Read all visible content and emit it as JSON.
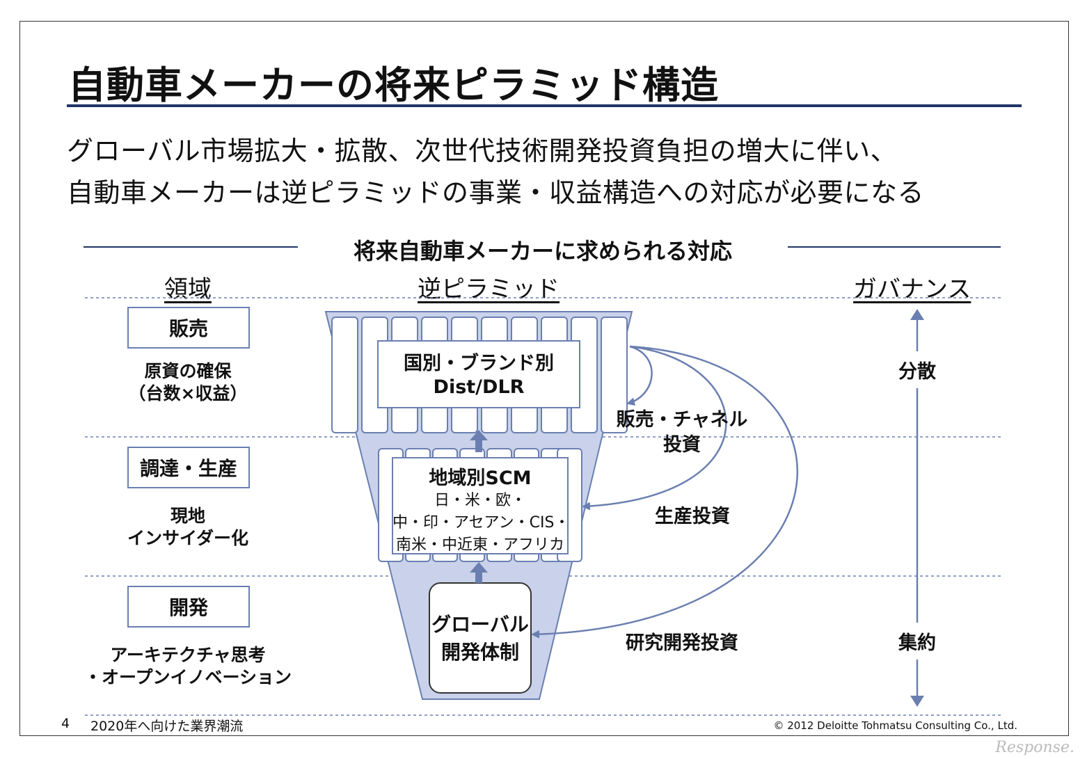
{
  "title": "自動車メーカーの将来ピラミッド構造",
  "lead_lines": [
    "グローバル市場拡大・拡散、次世代技術開発投資負担の増大に伴い、",
    "自動車メーカーは逆ピラミッドの事業・収益構造への対応が必要になる"
  ],
  "section_title": "将来自動車メーカーに求められる対応",
  "columns": {
    "area": "領域",
    "pyramid": "逆ピラミッド",
    "governance": "ガバナンス"
  },
  "areas": [
    {
      "name": "販売",
      "desc": [
        "原資の確保",
        "（台数×収益）"
      ]
    },
    {
      "name": "調達・生産",
      "desc": [
        "現地",
        "インサイダー化"
      ]
    },
    {
      "name": "開発",
      "desc": [
        "アーキテクチャ思考",
        "・オープンイノベーション"
      ]
    }
  ],
  "pyramid": {
    "top": [
      "国別・ブランド別",
      "Dist/DLR"
    ],
    "middle": [
      "地域別SCM",
      "日・米・欧・",
      "中・印・アセアン・CIS・",
      "南米・中近東・アフリカ"
    ],
    "bottom": [
      "グローバル",
      "開発体制"
    ]
  },
  "investments": {
    "sales": [
      "販売・チャネル",
      "投資"
    ],
    "production": "生産投資",
    "rnd": "研究開発投資"
  },
  "governance": {
    "top": "分散",
    "bottom": "集約"
  },
  "footer": {
    "page": "4",
    "section": "2020年へ向けた業界潮流",
    "copyright": "© 2012 Deloitte Tohmatsu Consulting Co., Ltd."
  },
  "watermark": "Response.",
  "colors": {
    "accent": "#6a7fb0",
    "fill": "#c9d2ea",
    "rule": "#1f3566"
  }
}
